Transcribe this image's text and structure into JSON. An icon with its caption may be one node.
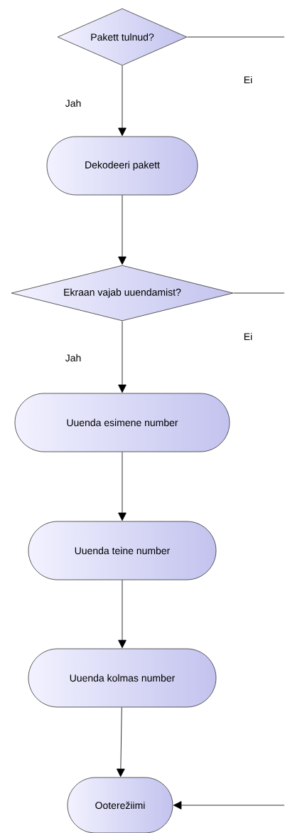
{
  "diagram": {
    "nodes": [
      {
        "text": [
          "Pakett tulnud?"
        ]
      },
      {
        "text": [
          "Dekodeeri pakett"
        ]
      },
      {
        "text": [
          "Ekraan vajab uuendamist?"
        ]
      },
      {
        "text": [
          "Uuenda esimene number"
        ]
      },
      {
        "text": [
          "Uuenda teine number"
        ]
      },
      {
        "text": [
          "Uuenda kolmas number"
        ]
      },
      {
        "text": [
          "Ooterežiimi"
        ]
      }
    ],
    "edges": [
      {
        "from": 0,
        "to": 1,
        "arrow": "to",
        "label": "Jah"
      },
      {
        "from": 0,
        "to": null,
        "arrow": "none",
        "label": "Ei"
      },
      {
        "from": 1,
        "to": 2,
        "arrow": "to"
      },
      {
        "from": 2,
        "to": 3,
        "arrow": "to",
        "label": "Jah"
      },
      {
        "from": 2,
        "to": null,
        "arrow": "none",
        "label": "Ei"
      },
      {
        "from": 3,
        "to": 4,
        "arrow": "to"
      },
      {
        "from": 4,
        "to": 5,
        "arrow": "to"
      },
      {
        "from": 5,
        "to": 6,
        "arrow": "to"
      },
      {
        "from": null,
        "to": 6,
        "arrow": "to"
      }
    ]
  }
}
